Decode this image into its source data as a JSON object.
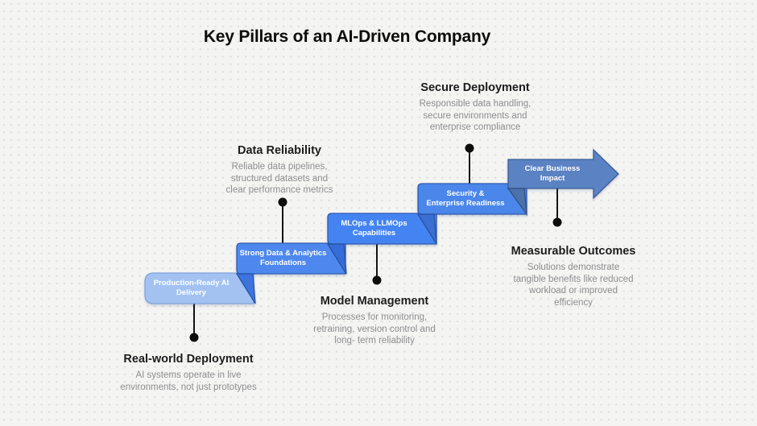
{
  "title": "Key Pillars of an AI-Driven Company",
  "palette": {
    "background": "#f4f4f2",
    "grid_dot": "#e1e1de",
    "band1_fill": "#a3c2f2",
    "band2_fill": "#4e88ee",
    "band3_fill": "#4484f2",
    "band4_fill": "#4b86ea",
    "arrow_fill": "#5b82c2",
    "fold_fill": "#3a6fd6",
    "arrow_fold_fill": "#4c72ac",
    "band_label_text": "#ffffff",
    "heading_text": "#1d1d1f",
    "body_text": "#8e8e93",
    "connector": "#141414"
  },
  "steps": [
    {
      "band_label": "Production-Ready AI\nDelivery",
      "callout_title": "Real-world Deployment",
      "callout_body": "AI systems operate in live\nenvironments, not just prototypes",
      "callout_position": "below"
    },
    {
      "band_label": "Strong Data & Analytics\nFoundations",
      "callout_title": "Data Reliability",
      "callout_body": "Reliable data pipelines,\nstructured datasets and\nclear performance metrics",
      "callout_position": "above"
    },
    {
      "band_label": "MLOps & LLMOps\nCapabilities",
      "callout_title": "Model Management",
      "callout_body": "Processes for monitoring,\nretraining, version control and\nlong- term reliability",
      "callout_position": "below"
    },
    {
      "band_label": "Security &\nEnterprise Readiness",
      "callout_title": "Secure Deployment",
      "callout_body": "Responsible data handling,\nsecure environments and\nenterprise compliance",
      "callout_position": "above"
    },
    {
      "band_label": "Clear Business\nImpact",
      "callout_title": "Measurable Outcomes",
      "callout_body": "Solutions demonstrate\ntangible benefits like reduced\nworkload or improved\nefficiency",
      "callout_position": "below"
    }
  ]
}
